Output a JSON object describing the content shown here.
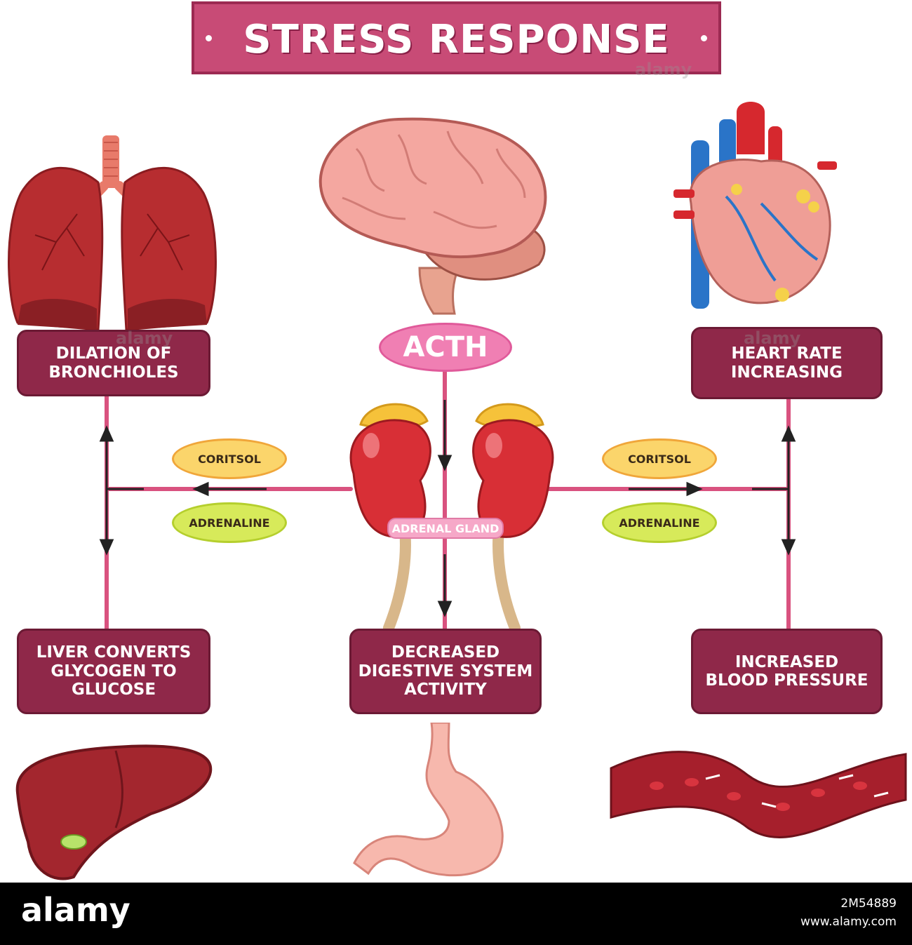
{
  "title": "STRESS RESPONSE",
  "center": {
    "hormone_label": "ACTH",
    "gland_label": "ADRENAL GLAND"
  },
  "hormones": {
    "left": {
      "top": "CORITSOL",
      "bottom": "ADRENALINE"
    },
    "right": {
      "top": "CORITSOL",
      "bottom": "ADRENALINE"
    }
  },
  "effects": {
    "bronchioles": [
      "DILATION OF",
      "BRONCHIOLES"
    ],
    "heart": [
      "HEART RATE",
      "INCREASING"
    ],
    "liver": [
      "LIVER CONVERTS",
      "GLYCOGEN TO",
      "GLUCOSE"
    ],
    "digestive": [
      "DECREASED",
      "DIGESTIVE SYSTEM",
      "ACTIVITY"
    ],
    "blood_pressure": [
      "INCREASED",
      "BLOOD PRESSURE"
    ]
  },
  "organs": [
    "lungs-icon",
    "brain-icon",
    "heart-icon",
    "adrenal-gland-icon",
    "liver-icon",
    "stomach-icon",
    "blood-vessel-icon"
  ],
  "footer": {
    "logo": "alamy",
    "image_id": "2M54889",
    "site": "www.alamy.com"
  },
  "watermark": "alamy",
  "colors": {
    "banner": "#c84b76",
    "box": "#8f2849",
    "connector": "#d9527f",
    "arrow": "#222222",
    "acth": "#f07fb3",
    "cortisol": "#fbd56b",
    "adrenaline": "#d7ea5a"
  }
}
